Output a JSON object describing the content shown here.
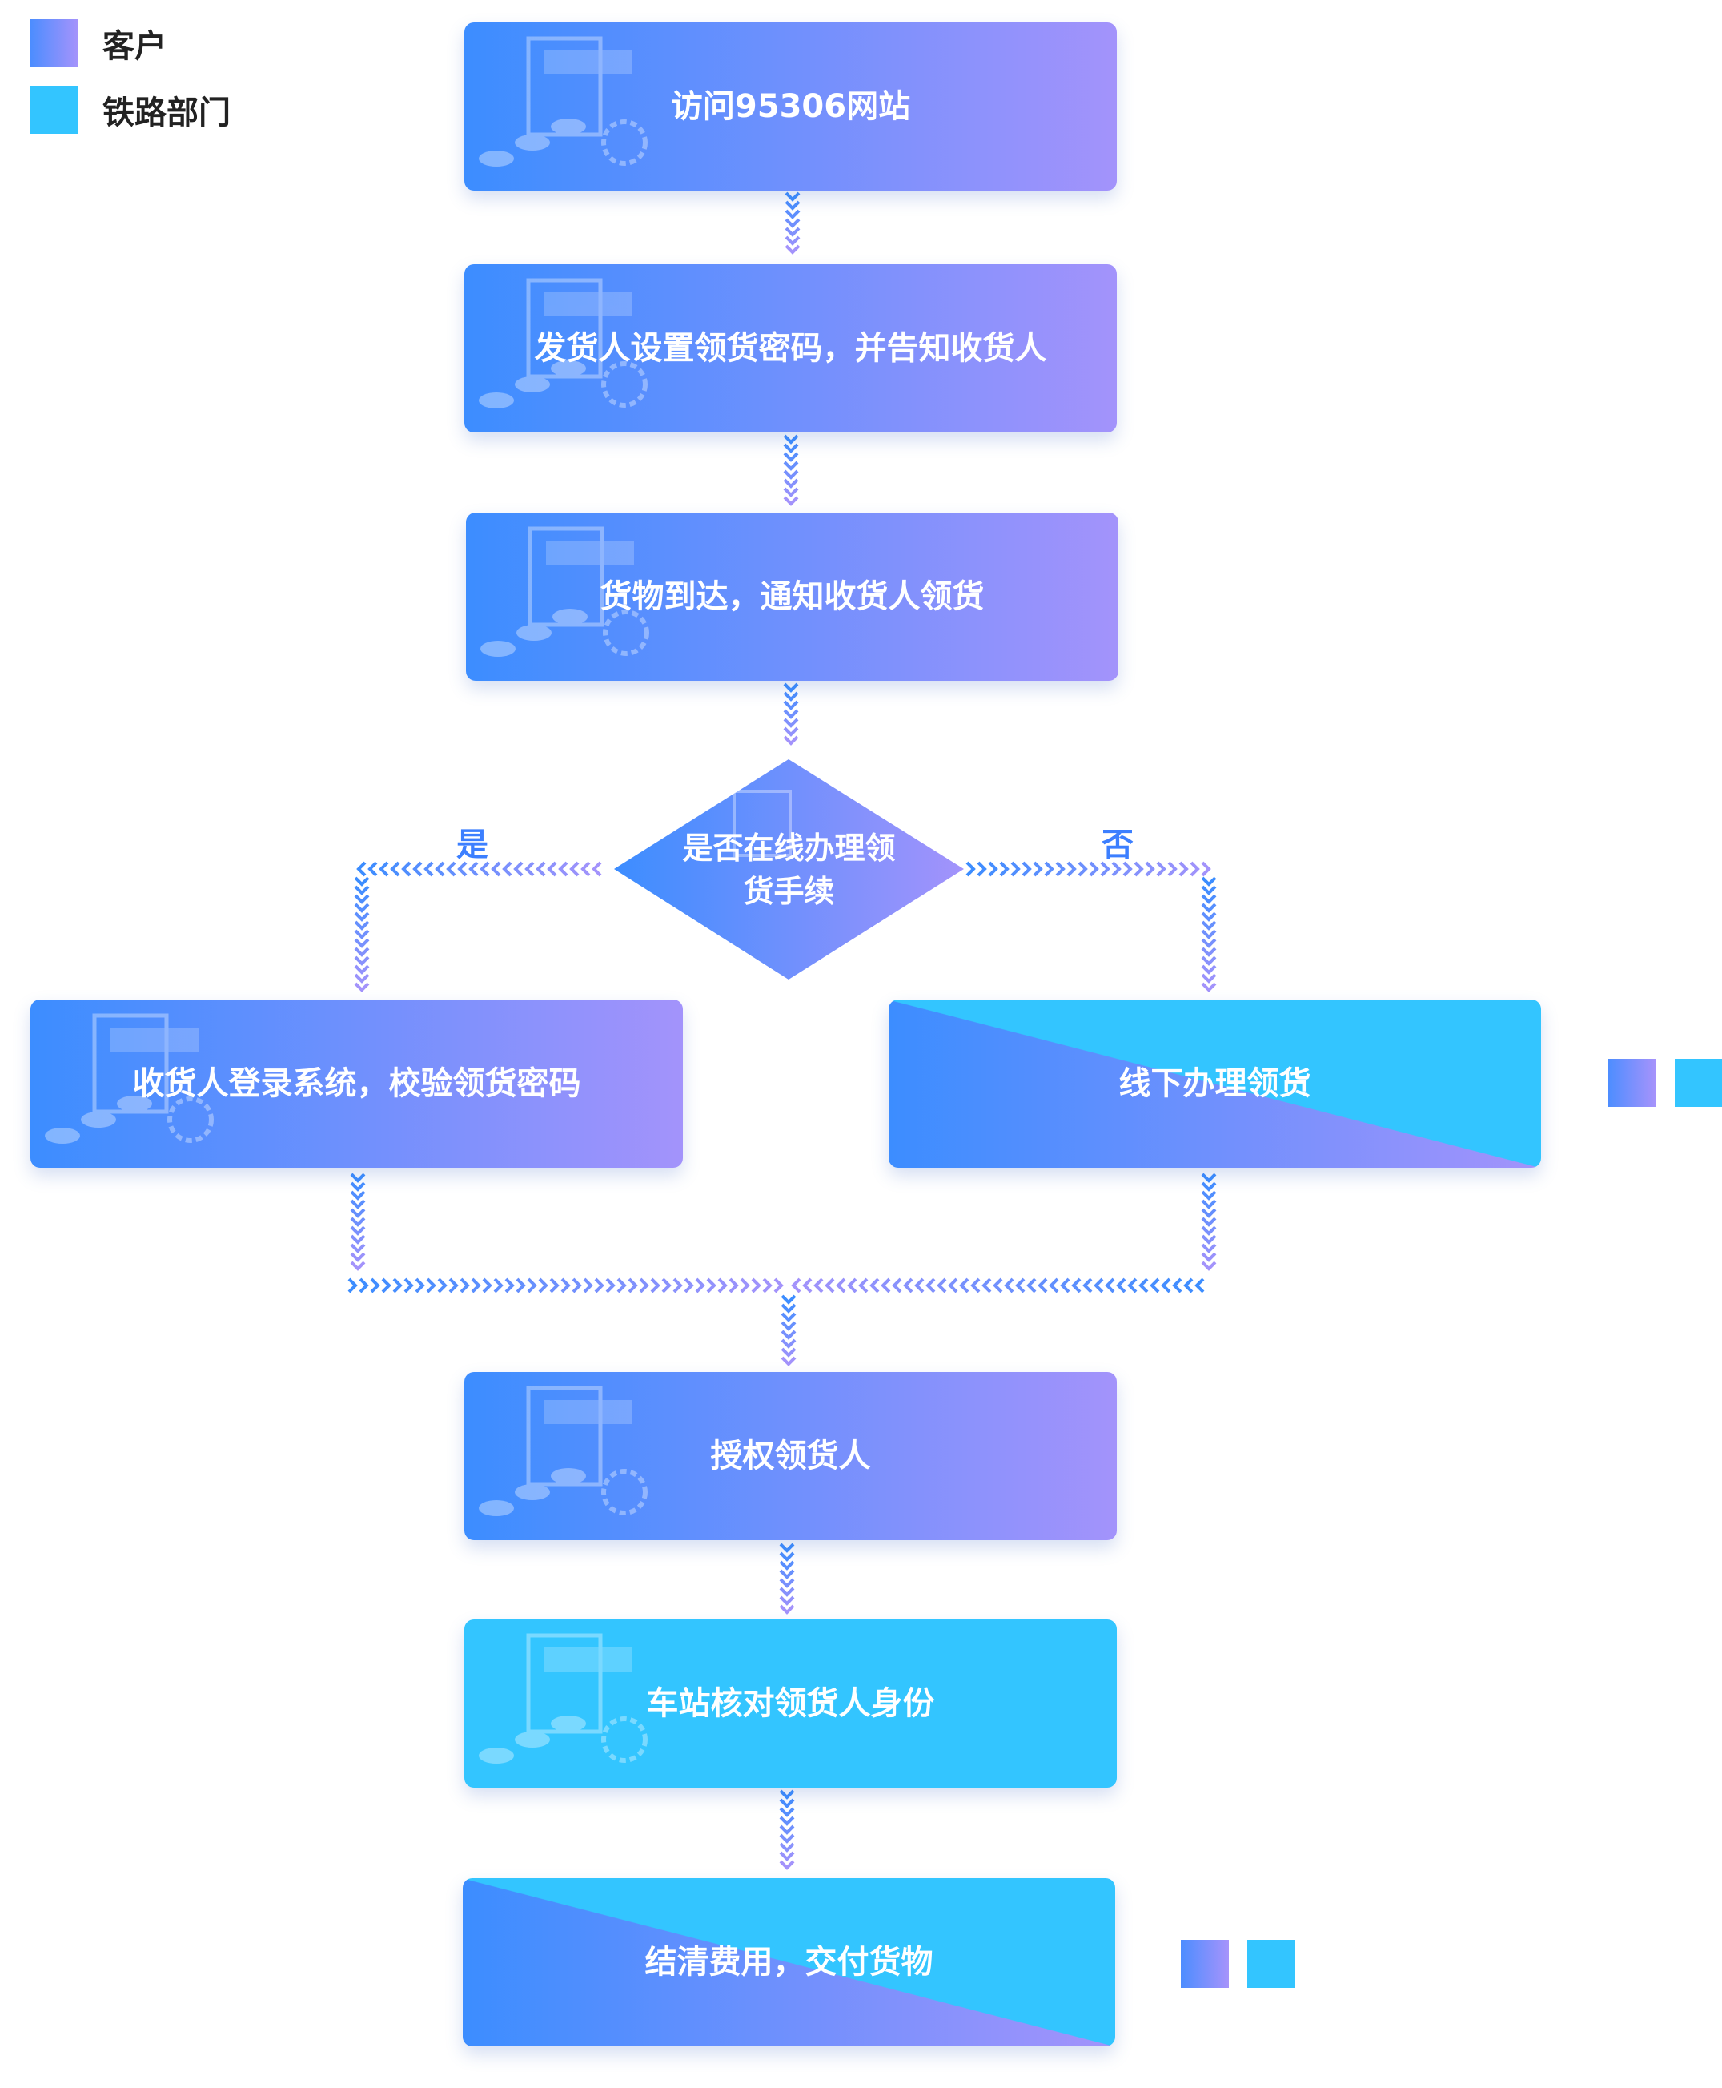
{
  "legend": {
    "customer": "客户",
    "railway": "铁路部门"
  },
  "steps": {
    "visit": "访问95306网站",
    "set_password": "发货人设置领货密码，并告知收货人",
    "arrival": "货物到达，通知收货人领货",
    "decision": "是否在线办理领货手续",
    "online": "收货人登录系统，校验领货密码",
    "offline": "线下办理领货",
    "authorize": "授权领货人",
    "verify": "车站核对领货人身份",
    "settle": "结清费用，交付货物"
  },
  "branches": {
    "yes": "是",
    "no": "否"
  },
  "colors": {
    "customer_start": "#3c8dff",
    "customer_end": "#a393fb",
    "railway": "#33c5ff",
    "label_blue": "#3c7fff"
  }
}
